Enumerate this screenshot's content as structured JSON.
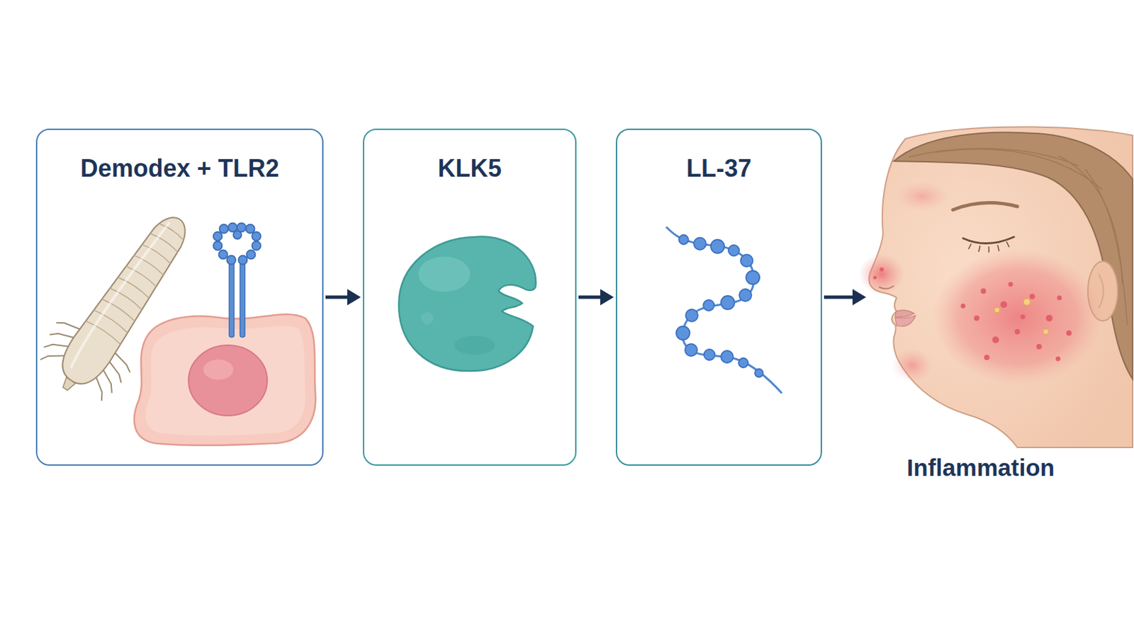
{
  "diagram": {
    "nodes": [
      {
        "text": [
          "Demodex + TLR2"
        ]
      },
      {
        "text": [
          "KLK5"
        ]
      },
      {
        "text": [
          "LL-37"
        ]
      },
      {
        "text": [
          "Inflammation"
        ]
      }
    ],
    "edges": [
      {
        "from": 0,
        "to": 1,
        "arrow": "to"
      },
      {
        "from": 1,
        "to": 2,
        "arrow": "to"
      },
      {
        "from": 2,
        "to": 3,
        "arrow": "to"
      }
    ]
  }
}
